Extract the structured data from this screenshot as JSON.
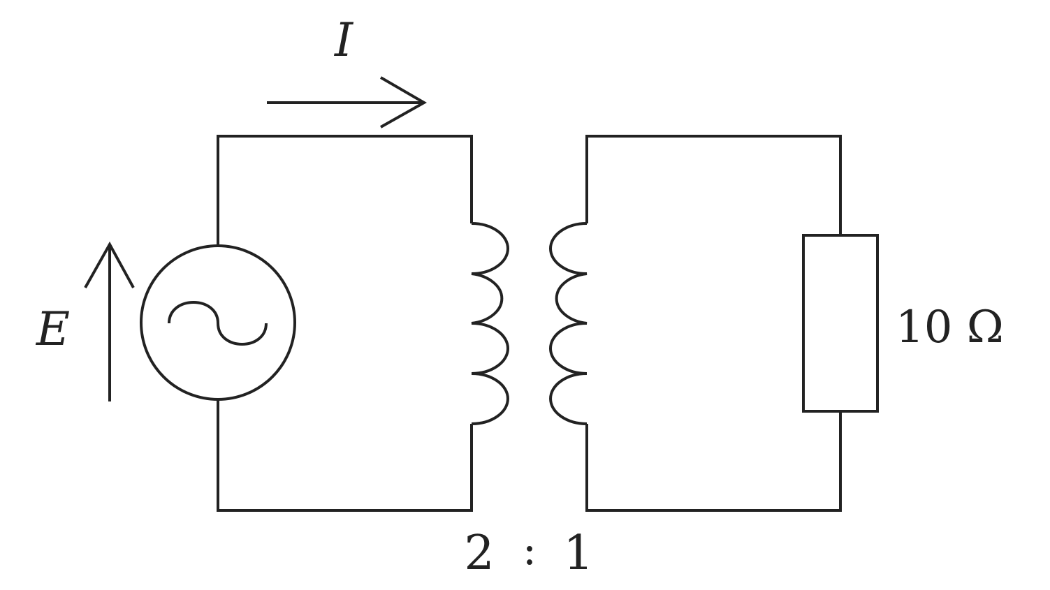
{
  "labels": {
    "current": "I",
    "emf": "E",
    "resistance": "10 Ω",
    "ratio_primary": "2",
    "ratio_separator": ":",
    "ratio_secondary": "1"
  },
  "colors": {
    "line": "#222222",
    "background": "#ffffff"
  }
}
